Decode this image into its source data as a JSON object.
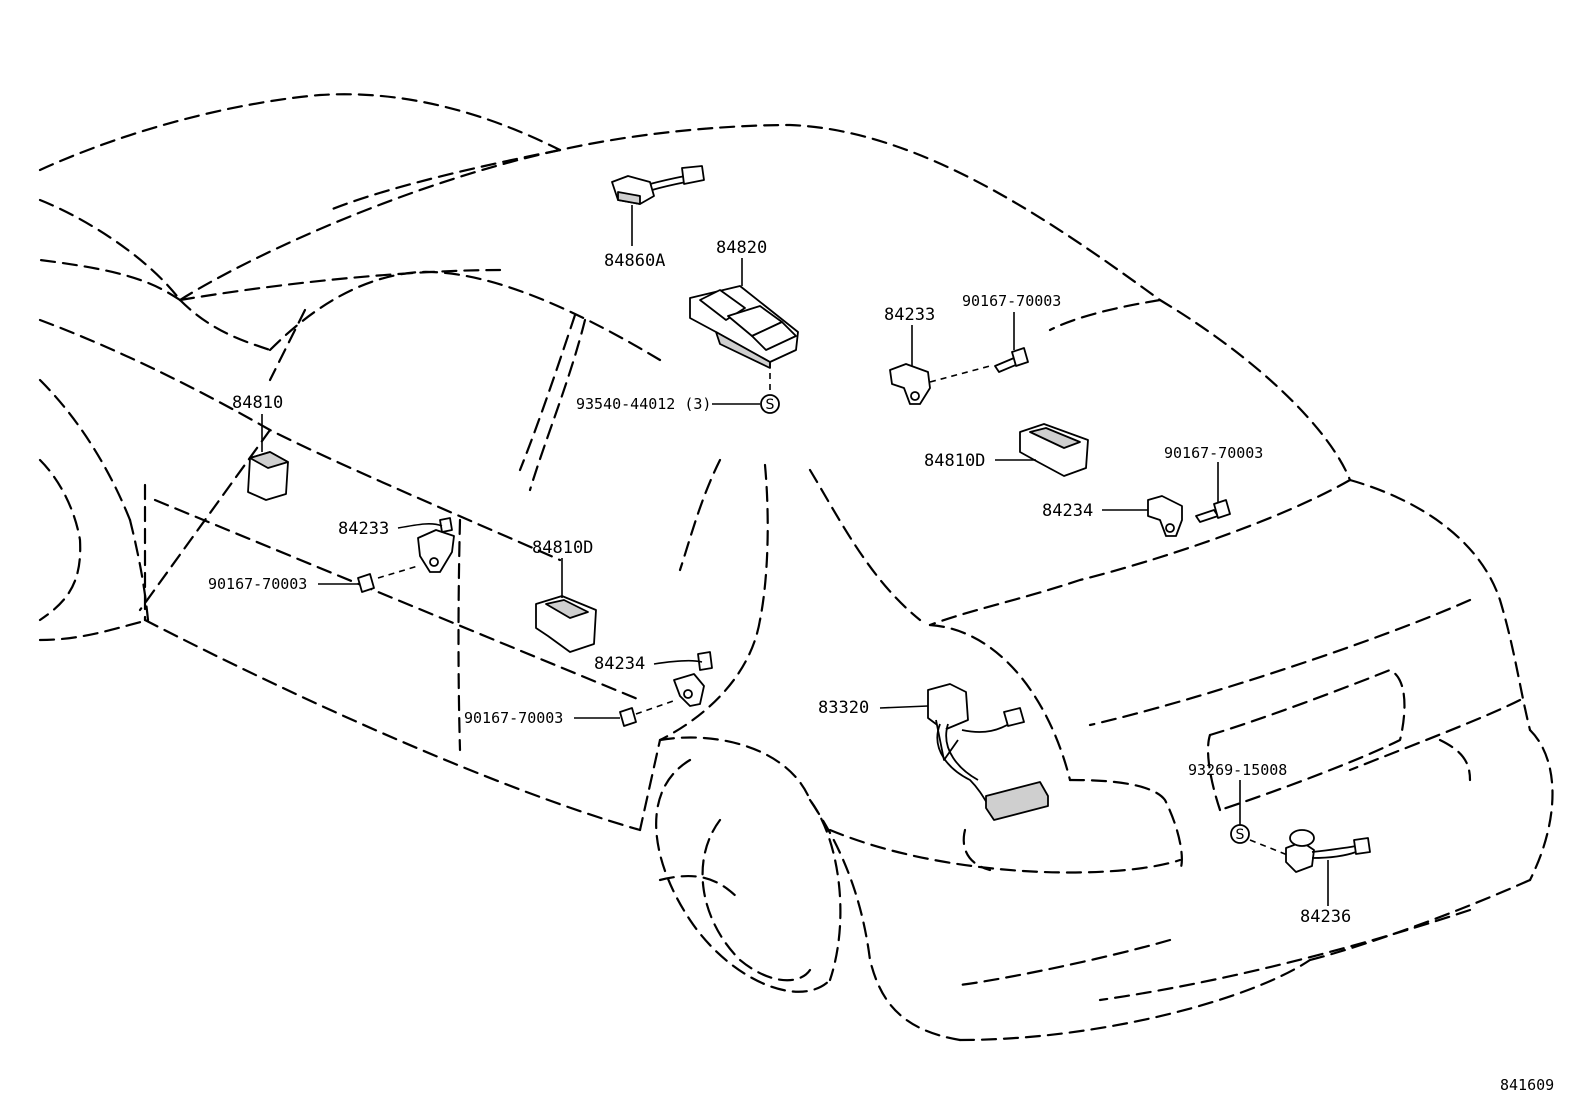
{
  "diagram": {
    "code": "841609",
    "labels": {
      "p84860A": "84860A",
      "p84820": "84820",
      "p93540": "93540-44012 (3)",
      "p84233_top": "84233",
      "p90167_top": "90167-70003",
      "p84810": "84810",
      "p84810D_right": "84810D",
      "p90167_right": "90167-70003",
      "p84234_right": "84234",
      "p84233_left": "84233",
      "p84810D_mid": "84810D",
      "p90167_left": "90167-70003",
      "p84234_mid": "84234",
      "p90167_mid": "90167-70003",
      "p83320": "83320",
      "p93269": "93269-15008",
      "p84236": "84236"
    },
    "symbols": {
      "s_marker": "S"
    }
  }
}
